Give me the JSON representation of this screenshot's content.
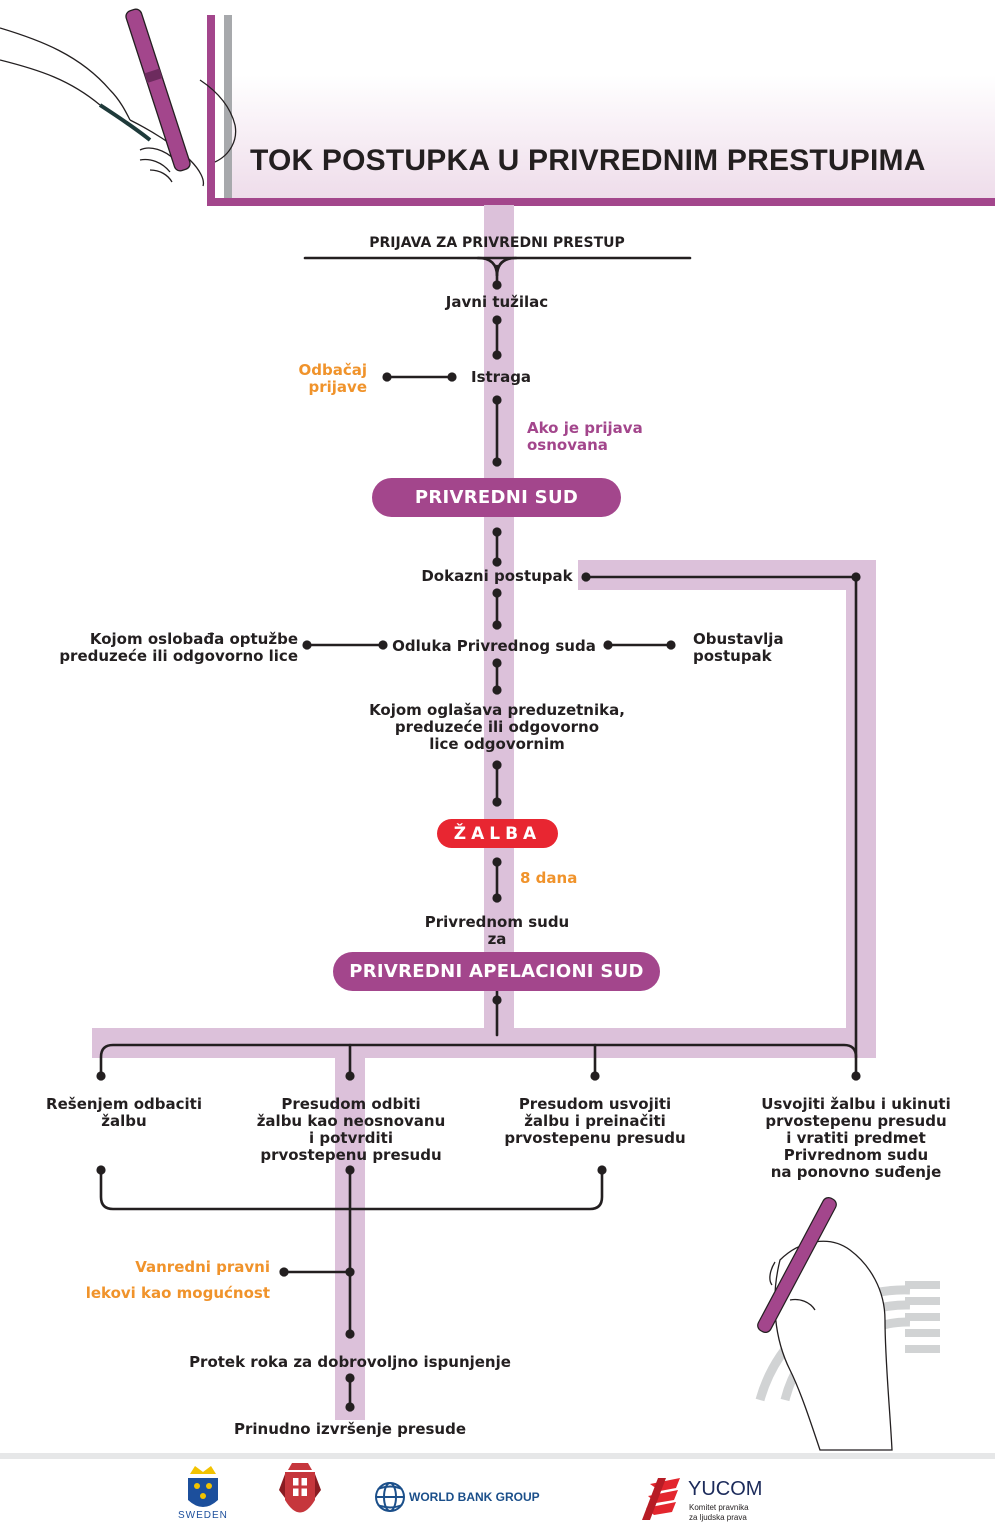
{
  "title": "TOK POSTUPKA U PRIVREDNIM PRESTUPIMA",
  "colors": {
    "accent": "#a3468c",
    "band": "#dcc1da",
    "alert": "#e82631",
    "note": "#f0932b",
    "line": "#231f20"
  },
  "flow": {
    "prijava": "PRIJAVA ZA PRIVREDNI PRESTUP",
    "javni_tuzilac": "Javni tužilac",
    "istraga": "Istraga",
    "odbacaj_line1": "Odbačaj",
    "odbacaj_line2": "prijave",
    "ako_line1": "Ako je prijava",
    "ako_line2": "osnovana",
    "privredni_sud": "PRIVREDNI SUD",
    "dokazni": "Dokazni postupak",
    "odluka": "Odluka Privrednog suda",
    "oslobadja_line1": "Kojom oslobađa optužbe",
    "oslobadja_line2": "preduzeće ili odgovorno lice",
    "obustavlja_line1": "Obustavlja",
    "obustavlja_line2": "postupak",
    "oglasava_line1": "Kojom oglašava preduzetnika,",
    "oglasava_line2": "preduzeće ili odgovorno",
    "oglasava_line3": "lice odgovornim",
    "zalba": "ŽALBA",
    "rok": "8 dana",
    "privrednom_line1": "Privrednom sudu",
    "privrednom_line2": "za",
    "apelacioni": "PRIVREDNI APELACIONI SUD",
    "outcome1_line1": "Rešenjem odbaciti",
    "outcome1_line2": "žalbu",
    "outcome2_line1": "Presudom odbiti",
    "outcome2_line2": "žalbu kao neosnovanu",
    "outcome2_line3": "i potvrditi",
    "outcome2_line4": "prvostepenu presudu",
    "outcome3_line1": "Presudom usvojiti",
    "outcome3_line2": "žalbu i preinačiti",
    "outcome3_line3": "prvostepenu presudu",
    "outcome4_line1": "Usvojiti žalbu i ukinuti",
    "outcome4_line2": "prvostepenu presudu",
    "outcome4_line3": "i vratiti predmet",
    "outcome4_line4": "Privrednom sudu",
    "outcome4_line5": "na ponovno suđenje",
    "vanredni_line1": "Vanredni pravni",
    "vanredni_line2": "lekovi kao mogućnost",
    "protek": "Protek roka za dobrovoljno ispunjenje",
    "prinudno": "Prinudno izvršenje presude"
  },
  "logos": {
    "sweden": "SWEDEN",
    "world_bank": "WORLD BANK GROUP",
    "yucom": "YUCOM",
    "yucom_sub1": "Komitet pravnika",
    "yucom_sub2": "za ljudska prava"
  },
  "icons": [
    "pen-hand-top-icon",
    "pen-hand-bottom-icon",
    "sweden-crest-icon",
    "serbia-crest-icon",
    "world-bank-globe-icon",
    "yucom-logo-icon"
  ]
}
